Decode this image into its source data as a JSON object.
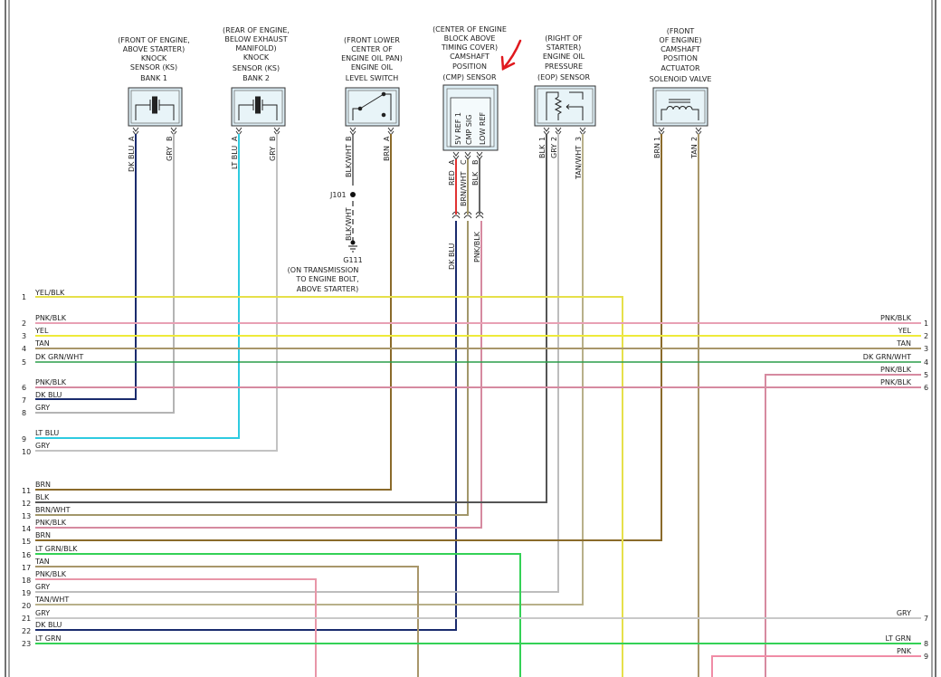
{
  "components": [
    {
      "id": "ks1",
      "caption": [
        "(FRONT OF ENGINE,",
        "ABOVE STARTER)",
        "KNOCK",
        "SENSOR (KS)",
        "BANK 1"
      ],
      "pins": [
        {
          "label": "DK BLU",
          "pin": "A"
        },
        {
          "label": "GRY",
          "pin": "B"
        }
      ]
    },
    {
      "id": "ks2",
      "caption": [
        "(REAR OF ENGINE,",
        "BELOW EXHAUST",
        "MANIFOLD)",
        "KNOCK",
        "SENSOR (KS)",
        "BANK 2"
      ],
      "pins": [
        {
          "label": "LT BLU",
          "pin": "A"
        },
        {
          "label": "GRY",
          "pin": "B"
        }
      ]
    },
    {
      "id": "ols",
      "caption": [
        "(FRONT LOWER",
        "CENTER OF",
        "ENGINE OIL PAN)",
        "ENGINE OIL",
        "LEVEL SWITCH"
      ],
      "pins": [
        {
          "label": "BLK/WHT",
          "pin": "B"
        },
        {
          "label": "BRN",
          "pin": "A"
        }
      ]
    },
    {
      "id": "cmp",
      "caption": [
        "(CENTER OF ENGINE",
        "BLOCK ABOVE",
        "TIMING COVER)",
        "CAMSHAFT",
        "POSITION",
        "(CMP) SENSOR"
      ],
      "internal": [
        "5V REF 1",
        "CMP SIG",
        "LOW REF"
      ],
      "pins": [
        {
          "label": "RED",
          "pin": "A"
        },
        {
          "label": "BRN/WHT",
          "pin": "C"
        },
        {
          "label": "BLK",
          "pin": "B"
        }
      ],
      "below": [
        "DK BLU",
        "PNK/BLK"
      ]
    },
    {
      "id": "eop",
      "caption": [
        "(RIGHT OF",
        "STARTER)",
        "ENGINE OIL",
        "PRESSURE",
        "(EOP) SENSOR"
      ],
      "pins": [
        {
          "label": "BLK",
          "pin": "1"
        },
        {
          "label": "GRY",
          "pin": "2"
        },
        {
          "label": "TAN/WHT",
          "pin": "3"
        }
      ]
    },
    {
      "id": "cpa",
      "caption": [
        "(FRONT",
        "OF ENGINE)",
        "CAMSHAFT",
        "POSITION",
        "ACTUATOR",
        "SOLENOID VALVE"
      ],
      "pins": [
        {
          "label": "BRN",
          "pin": "1"
        },
        {
          "label": "TAN",
          "pin": "2"
        }
      ]
    }
  ],
  "splice": "J101",
  "ground": {
    "label": "G111",
    "location": [
      "(ON TRANSMISSION",
      "TO ENGINE BOLT,",
      "ABOVE STARTER)"
    ],
    "wire_lower": "BLK/WHT"
  },
  "left_connector": [
    {
      "pin": "1",
      "wire": "YEL/BLK"
    },
    {
      "pin": "2",
      "wire": "PNK/BLK"
    },
    {
      "pin": "3",
      "wire": "YEL"
    },
    {
      "pin": "4",
      "wire": "TAN"
    },
    {
      "pin": "5",
      "wire": "DK GRN/WHT"
    },
    {
      "pin": "6",
      "wire": "PNK/BLK"
    },
    {
      "pin": "7",
      "wire": "DK BLU"
    },
    {
      "pin": "8",
      "wire": "GRY"
    },
    {
      "pin": "9",
      "wire": "LT BLU"
    },
    {
      "pin": "10",
      "wire": "GRY"
    },
    {
      "pin": "11",
      "wire": "BRN"
    },
    {
      "pin": "12",
      "wire": "BLK"
    },
    {
      "pin": "13",
      "wire": "BRN/WHT"
    },
    {
      "pin": "14",
      "wire": "PNK/BLK"
    },
    {
      "pin": "15",
      "wire": "BRN"
    },
    {
      "pin": "16",
      "wire": "LT GRN/BLK"
    },
    {
      "pin": "17",
      "wire": "TAN"
    },
    {
      "pin": "18",
      "wire": "PNK/BLK"
    },
    {
      "pin": "19",
      "wire": "GRY"
    },
    {
      "pin": "20",
      "wire": "TAN/WHT"
    },
    {
      "pin": "21",
      "wire": "GRY"
    },
    {
      "pin": "22",
      "wire": "DK BLU"
    },
    {
      "pin": "23",
      "wire": "LT GRN"
    }
  ],
  "right_connector": [
    {
      "pin": "1",
      "wire": "PNK/BLK"
    },
    {
      "pin": "2",
      "wire": "YEL"
    },
    {
      "pin": "3",
      "wire": "TAN"
    },
    {
      "pin": "4",
      "wire": "DK GRN/WHT"
    },
    {
      "pin": "5",
      "wire": "PNK/BLK"
    },
    {
      "pin": "6",
      "wire": "PNK/BLK"
    },
    {
      "pin": "7",
      "wire": "GRY"
    },
    {
      "pin": "8",
      "wire": "LT GRN"
    },
    {
      "pin": "9",
      "wire": "PNK"
    }
  ],
  "colors": {
    "annotation": "#e0191e",
    "frame": "#444444"
  }
}
